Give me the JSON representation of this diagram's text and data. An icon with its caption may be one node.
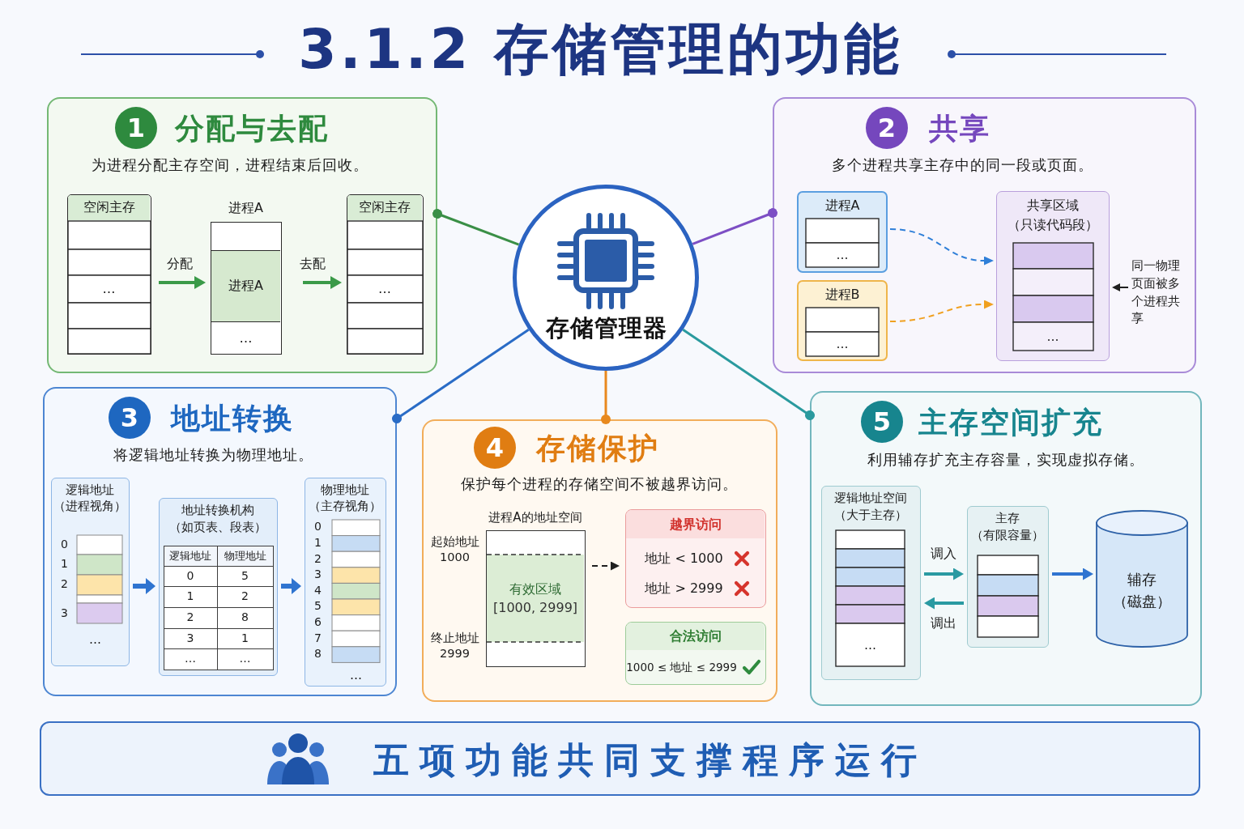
{
  "diagram": {
    "title": "3.1.2 存储管理的功能",
    "nodes": [
      {
        "text": [
          "1",
          "分配与去配",
          "为进程分配主存空间，进程结束后回收。"
        ]
      },
      {
        "text": [
          "空闲主存",
          "…"
        ],
        "in": 0
      },
      {
        "text": [
          "进程A",
          "进程A",
          "…"
        ],
        "in": 0
      },
      {
        "text": [
          "空闲主存",
          "…"
        ],
        "in": 0
      },
      {
        "text": [
          "存储管理器"
        ]
      },
      {
        "text": [
          "2",
          "共享",
          "多个进程共享主存中的同一段或页面。"
        ]
      },
      {
        "text": [
          "进程A",
          "…"
        ],
        "in": 5
      },
      {
        "text": [
          "进程B",
          "…"
        ],
        "in": 5
      },
      {
        "text": [
          "共享区域（只读代码段）",
          "…"
        ],
        "in": 5
      },
      {
        "text": [
          "同一物理页面被多个进程共享"
        ],
        "in": 5
      },
      {
        "text": [
          "3",
          "地址转换",
          "将逻辑地址转换为物理地址。"
        ]
      },
      {
        "text": [
          "逻辑地址（进程视角）",
          "0",
          "1",
          "2",
          "3",
          "…"
        ],
        "in": 10
      },
      {
        "text": [
          "地址转换机构（如页表、段表）",
          "逻辑地址",
          "物理地址",
          "0",
          "5",
          "1",
          "2",
          "2",
          "8",
          "3",
          "1",
          "…",
          "…"
        ],
        "in": 10
      },
      {
        "text": [
          "物理地址（主存视角）",
          "0",
          "1",
          "2",
          "3",
          "4",
          "5",
          "6",
          "7",
          "8",
          "…"
        ],
        "in": 10
      },
      {
        "text": [
          "4",
          "存储保护",
          "保护每个进程的存储空间不被越界访问。"
        ]
      },
      {
        "text": [
          "进程A的地址空间",
          "有效区域",
          "[1000, 2999]"
        ],
        "beside": [
          "起始地址 1000",
          "终止地址 2999"
        ],
        "in": 14
      },
      {
        "text": [
          "越界访问",
          "地址 < 1000",
          "地址 > 2999"
        ],
        "in": 14
      },
      {
        "text": [
          "合法访问",
          "1000 ≤ 地址 ≤ 2999"
        ],
        "in": 14
      },
      {
        "text": [
          "5",
          "主存空间扩充",
          "利用辅存扩充主存容量，实现虚拟存储。"
        ]
      },
      {
        "text": [
          "逻辑地址空间（大于主存）",
          "…"
        ],
        "in": 18
      },
      {
        "text": [
          "主存（有限容量）"
        ],
        "in": 18
      },
      {
        "text": [
          "辅存（磁盘）"
        ],
        "in": 18
      },
      {
        "text": [
          "五项功能共同支撑程序运行"
        ]
      }
    ],
    "edges": [
      {
        "from": 1,
        "to": 2,
        "arrow": "to",
        "label": "分配",
        "color": "#3a9a48"
      },
      {
        "from": 2,
        "to": 3,
        "arrow": "to",
        "label": "去配",
        "color": "#3a9a48"
      },
      {
        "from": 4,
        "to": 0,
        "arrow": "other",
        "color": "#3a8f46"
      },
      {
        "from": 4,
        "to": 5,
        "arrow": "other",
        "color": "#7d4fc4"
      },
      {
        "from": 4,
        "to": 10,
        "arrow": "other",
        "color": "#2a6cc6"
      },
      {
        "from": 4,
        "to": 14,
        "arrow": "other",
        "color": "#e8891e"
      },
      {
        "from": 4,
        "to": 18,
        "arrow": "other",
        "color": "#2a9a9e"
      },
      {
        "from": 6,
        "to": 8,
        "arrow": "to",
        "style": "dashed",
        "color": "#2f7fd8"
      },
      {
        "from": 7,
        "to": 8,
        "arrow": "to",
        "style": "dashed",
        "color": "#f0a020"
      },
      {
        "from": 9,
        "to": 8,
        "arrow": "to",
        "color": "#1f1f1f"
      },
      {
        "from": 11,
        "to": 12,
        "arrow": "to",
        "style": "thick",
        "color": "#2f74d0"
      },
      {
        "from": 12,
        "to": 13,
        "arrow": "to",
        "style": "thick",
        "color": "#2f74d0"
      },
      {
        "from": 15,
        "to": 16,
        "arrow": "to",
        "style": "dashed",
        "color": "#1f1f1f"
      },
      {
        "from": 19,
        "to": 20,
        "arrow": "to",
        "label": "调入",
        "color": "#2a9aa2"
      },
      {
        "from": 20,
        "to": 19,
        "arrow": "to",
        "label": "调出",
        "color": "#2a9aa2"
      },
      {
        "from": 20,
        "to": 21,
        "arrow": "to",
        "color": "#2f74d0"
      }
    ]
  }
}
